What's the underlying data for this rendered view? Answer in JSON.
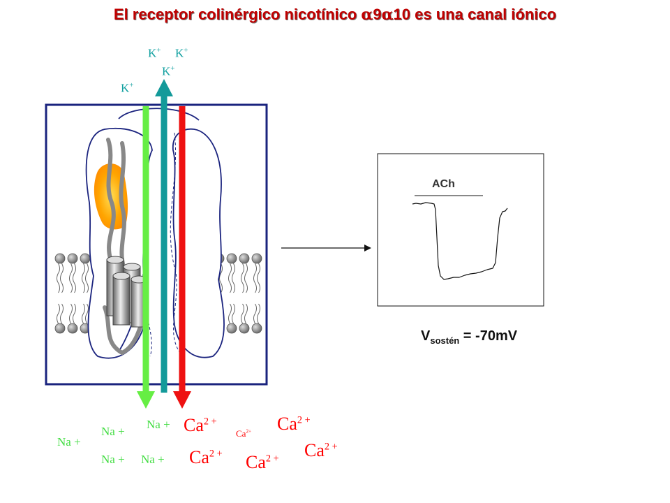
{
  "title": {
    "part1": "El receptor  colinérgico nicotínico ",
    "alpha1": "α",
    "num1": "9",
    "alpha2": "α",
    "part2": "10 es una canal iónico"
  },
  "ions": {
    "k_symbol": "K",
    "k_charge": "+",
    "na_label": "Na +",
    "ca_symbol": "Ca",
    "ca_charge": "2 +",
    "ca_small_charge": "2+"
  },
  "recording": {
    "stimulus_label": "ACh",
    "holding_v_prefix": "V",
    "holding_v_sub": "sostén",
    "holding_v_value": " = -70mV"
  },
  "colors": {
    "title": "#c00000",
    "k_arrow": "#139a9a",
    "na_arrow": "#66ee44",
    "ca_arrow": "#ee1111",
    "membrane_head": "#888888",
    "receptor_outline": "#1a237e"
  }
}
